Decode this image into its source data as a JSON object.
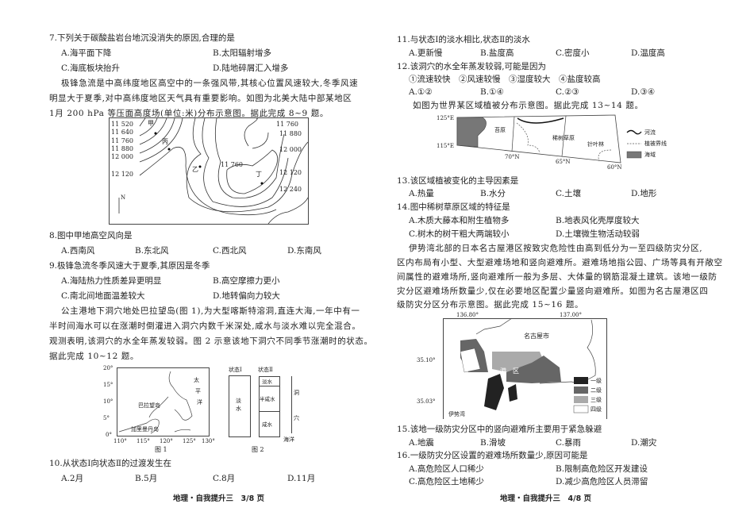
{
  "left": {
    "q7": {
      "stem": "7.下列关于碳酸盐岩台地沉没消失的原因,合理的是",
      "A": "A.海平面下降",
      "B": "B.太阳辐射增多",
      "C": "C.海底板块抬升",
      "D": "D.陆地碎屑汇入增多"
    },
    "p1": [
      "极锋急流是中高纬度地区高空中的一条强风带,其核心位置风速较大,冬季风速",
      "明显大于夏季,对中高纬度地区天气具有重要影响。如图为北美大陆中部某地区",
      "1月 200 hPa 等压面高度场(单位:米)分布示意图。据此完成 8~9 题。"
    ],
    "contour": {
      "labels_left": [
        "11 520",
        "11 640",
        "11 760",
        "11 880",
        "12 000",
        "12 120"
      ],
      "labels_right": [
        "11 760",
        "11 880",
        "12 000",
        "12 120",
        "12 240"
      ],
      "label_center": "11 760",
      "points": [
        "甲",
        "丙",
        "乙",
        "丁"
      ],
      "north": "N"
    },
    "q8": {
      "stem": "8.图中甲地高空风向是",
      "A": "A.西南风",
      "B": "B.东北风",
      "C": "C.西北风",
      "D": "D.东南风"
    },
    "q9": {
      "stem": "9.极锋急流冬季风速大于夏季,其原因是冬季",
      "A": "A.海陆热力性质差异更明显",
      "B": "B.高空摩擦力更小",
      "C": "C.南北间地面温差较大",
      "D": "D.地转偏向力较大"
    },
    "p2": [
      "公主港地下洞穴地处巴拉望岛(图 1),为大型喀斯特溶洞,直连大海,一年中有一",
      "半时间海水可以在涨潮时倒灌进入洞穴内数千米深处,咸水与淡水难以完全混合。",
      "观测表明,该洞穴的水全年蒸发较弱。图 2 示意该地下洞穴不同季节涨潮时的状态。",
      "据此完成 10~12 题。"
    ],
    "fig1": {
      "lat": [
        "20°",
        "15°",
        "10°",
        "5°",
        "0°"
      ],
      "lon": [
        "110°",
        "115°",
        "120°",
        "125°",
        "130°"
      ],
      "island": "巴拉望岛",
      "borneo": "加里曼丹岛",
      "ocean": [
        "太",
        "平",
        "洋"
      ],
      "caption": "图 1"
    },
    "fig2": {
      "s1": "状态Ⅰ",
      "s2": "状态Ⅱ",
      "fresh": "淡水",
      "fresh_small": "淡水",
      "brackish": "半咸水",
      "salt": "咸水",
      "cave": [
        "洞",
        "穴"
      ],
      "sea": "海洋",
      "caption": "图 2"
    },
    "q10": {
      "stem": "10.从状态Ⅰ向状态Ⅱ的过渡发生在",
      "A": "A.2月",
      "B": "B.5月",
      "C": "C.8月",
      "D": "D.11月"
    },
    "footer": "地理・自我提升三　3/8 页"
  },
  "right": {
    "q11": {
      "stem": "11.与状态Ⅰ的淡水相比,状态Ⅱ的淡水",
      "A": "A.更新慢",
      "B": "B.盐度高",
      "C": "C.密度小",
      "D": "D.温度高"
    },
    "q12": {
      "stem": "12.该洞穴的水全年蒸发较弱,可能是因为",
      "items": "①流速较快　②风速较慢　③湿度较大　④盐度较高",
      "A": "A.①②",
      "B": "B.①④",
      "C": "C.②③",
      "D": "D.③④"
    },
    "p3": "如图为世界某区域植被分布示意图。据此完成 13~14 题。",
    "vegmap": {
      "lon1": "125°E",
      "lon2": "115°E",
      "lat": [
        "70°N",
        "65°N",
        "60°N"
      ],
      "tundra": "苔原",
      "savanna": "稀树草原",
      "conifer": "针叶林",
      "legend": [
        "河流",
        "植被界线",
        "海域"
      ]
    },
    "q13": {
      "stem": "13.该区域植被变化的主导因素是",
      "A": "A.热量",
      "B": "B.水分",
      "C": "C.土壤",
      "D": "D.地形"
    },
    "q14": {
      "stem": "14.图中稀树草原区域的特征是",
      "A": "A.木质大藤本和附生植物多",
      "B": "B.地表风化壳厚度较大",
      "C": "C.树木的树干粗大两端较小",
      "D": "D.土壤微生物活动较弱"
    },
    "p4": [
      "伊势湾北部的日本名古屋港区按致灾危险性由高到低分为一至四级防灾分区,",
      "区内布局有小型、大型避难场地和竖向避难所。避难场地指公园、广场等具有开敞空",
      "间属性的避难场所,竖向避难所一般为多层、大体量的钢筋混凝土建筑。该地一级防",
      "灾分区避难场所数量少,仅在必要地区配置少量竖向避难所。如图为名古屋港区四",
      "级防灾分区分布示意图。据此完成 15~16 题。"
    ],
    "nagoya": {
      "lon": [
        "136.80°",
        "137.00°"
      ],
      "lat": [
        "35.10°",
        "35.03°"
      ],
      "city": "名古屋市",
      "port": "港　区",
      "bay": "伊势湾",
      "legend": [
        "一级",
        "二级",
        "三级",
        "四级"
      ]
    },
    "q15": {
      "stem": "15.该地一级防灾分区中的竖向避难所主要用于紧急躲避",
      "A": "A.地震",
      "B": "B.滑坡",
      "C": "C.暴雨",
      "D": "D.潮灾"
    },
    "q16": {
      "stem": "16.一级防灾分区设置的避难场所数量少,原因可能是",
      "A": "A.高危险区人口稀少",
      "B": "B.限制高危险区开发建设",
      "C": "C.高危险区土地稀少",
      "D": "D.减少高危险区人员滞留"
    },
    "footer": "地理・自我提升三　4/8 页"
  }
}
